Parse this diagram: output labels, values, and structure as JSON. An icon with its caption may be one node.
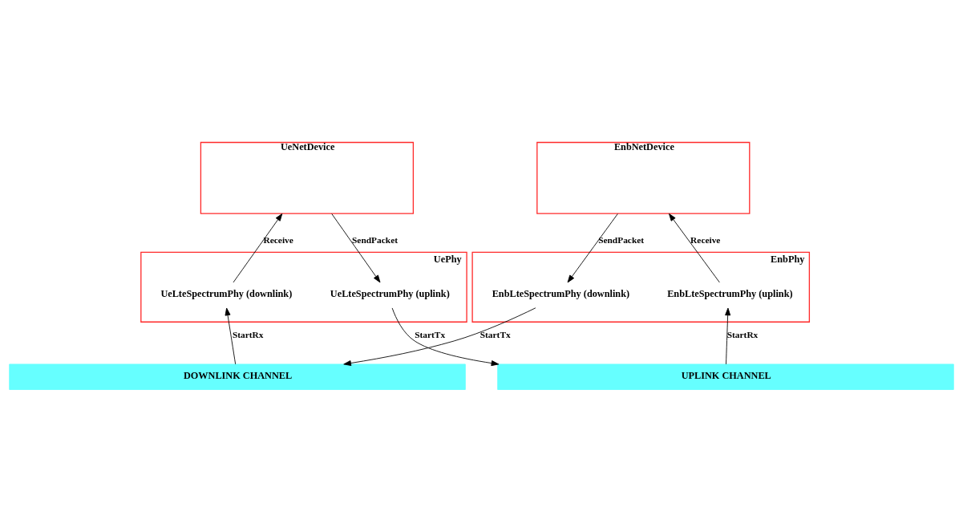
{
  "diagram": {
    "nodes": [
      {
        "text": [
          "UeNetDevice"
        ]
      },
      {
        "text": [
          "UePhy"
        ]
      },
      {
        "text": [
          "UeLteSpectrumPhy (downlink)"
        ],
        "in": 1
      },
      {
        "text": [
          "UeLteSpectrumPhy (uplink)"
        ],
        "in": 1
      },
      {
        "text": [
          "EnbNetDevice"
        ]
      },
      {
        "text": [
          "EnbPhy"
        ]
      },
      {
        "text": [
          "EnbLteSpectrumPhy (downlink)"
        ],
        "in": 5
      },
      {
        "text": [
          "EnbLteSpectrumPhy (uplink)"
        ],
        "in": 5
      },
      {
        "text": [
          "UPLINK CHANNEL"
        ]
      },
      {
        "text": [
          "DOWNLINK CHANNEL"
        ]
      }
    ],
    "edges": [
      {
        "from": 2,
        "to": 0,
        "arrow": "to",
        "label": "Receive"
      },
      {
        "from": 0,
        "to": 3,
        "arrow": "to",
        "label": "SendPacket"
      },
      {
        "from": 4,
        "to": 6,
        "arrow": "to",
        "label": "SendPacket"
      },
      {
        "from": 7,
        "to": 4,
        "arrow": "to",
        "label": "Receive"
      },
      {
        "from": 9,
        "to": 2,
        "arrow": "to",
        "label": "StartRx"
      },
      {
        "from": 3,
        "to": 8,
        "arrow": "to",
        "label": "StartTx"
      },
      {
        "from": 6,
        "to": 9,
        "arrow": "to",
        "label": "StartTx"
      },
      {
        "from": 8,
        "to": 7,
        "arrow": "to",
        "label": "StartRx"
      }
    ]
  }
}
